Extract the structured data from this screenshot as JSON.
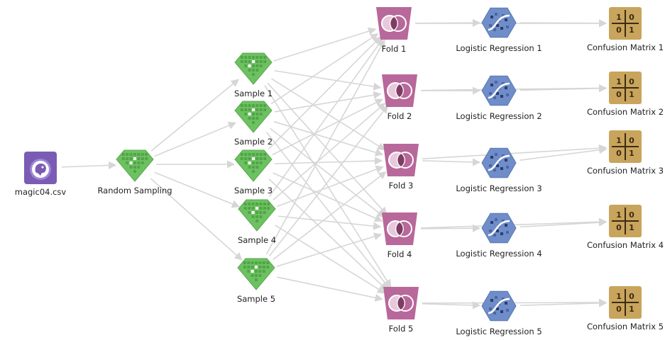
{
  "workflow": {
    "nodes": [
      {
        "id": "magic",
        "label": "magic04.csv",
        "icon": "file-csv-icon",
        "color": "#7a5cb4"
      },
      {
        "id": "rs",
        "label": "Random Sampling",
        "icon": "sampling-icon",
        "color": "#6cc260"
      },
      {
        "id": "s1",
        "label": "Sample 1",
        "icon": "sample-icon",
        "color": "#6cc260"
      },
      {
        "id": "s2",
        "label": "Sample 2",
        "icon": "sample-icon",
        "color": "#6cc260"
      },
      {
        "id": "s3",
        "label": "Sample 3",
        "icon": "sample-icon",
        "color": "#6cc260"
      },
      {
        "id": "s4",
        "label": "Sample 4",
        "icon": "sample-icon",
        "color": "#6cc260"
      },
      {
        "id": "s5",
        "label": "Sample 5",
        "icon": "sample-icon",
        "color": "#6cc260"
      },
      {
        "id": "f1",
        "label": "Fold 1",
        "icon": "merge-icon",
        "color": "#b8689a"
      },
      {
        "id": "f2",
        "label": "Fold 2",
        "icon": "merge-icon",
        "color": "#b8689a"
      },
      {
        "id": "f3",
        "label": "Fold 3",
        "icon": "merge-icon",
        "color": "#b8689a"
      },
      {
        "id": "f4",
        "label": "Fold 4",
        "icon": "merge-icon",
        "color": "#b8689a"
      },
      {
        "id": "f5",
        "label": "Fold 5",
        "icon": "merge-icon",
        "color": "#b8689a"
      },
      {
        "id": "lr1",
        "label": "Logistic Regression 1",
        "icon": "logistic-regression-icon",
        "color": "#6f8dc8"
      },
      {
        "id": "lr2",
        "label": "Logistic Regression 2",
        "icon": "logistic-regression-icon",
        "color": "#6f8dc8"
      },
      {
        "id": "lr3",
        "label": "Logistic Regression 3",
        "icon": "logistic-regression-icon",
        "color": "#6f8dc8"
      },
      {
        "id": "lr4",
        "label": "Logistic Regression 4",
        "icon": "logistic-regression-icon",
        "color": "#6f8dc8"
      },
      {
        "id": "lr5",
        "label": "Logistic Regression 5",
        "icon": "logistic-regression-icon",
        "color": "#6f8dc8"
      },
      {
        "id": "cm1",
        "label": "Confusion Matrix 1",
        "icon": "confusion-matrix-icon",
        "color": "#c9a45c"
      },
      {
        "id": "cm2",
        "label": "Confusion Matrix 2",
        "icon": "confusion-matrix-icon",
        "color": "#c9a45c"
      },
      {
        "id": "cm3",
        "label": "Confusion Matrix 3",
        "icon": "confusion-matrix-icon",
        "color": "#c9a45c"
      },
      {
        "id": "cm4",
        "label": "Confusion Matrix 4",
        "icon": "confusion-matrix-icon",
        "color": "#c9a45c"
      },
      {
        "id": "cm5",
        "label": "Confusion Matrix 5",
        "icon": "confusion-matrix-icon",
        "color": "#c9a45c"
      }
    ],
    "edges": [
      [
        "magic",
        "rs"
      ],
      [
        "rs",
        "s1"
      ],
      [
        "rs",
        "s2"
      ],
      [
        "rs",
        "s3"
      ],
      [
        "rs",
        "s4"
      ],
      [
        "rs",
        "s5"
      ],
      [
        "s1",
        "f1"
      ],
      [
        "s1",
        "f2"
      ],
      [
        "s1",
        "f3"
      ],
      [
        "s1",
        "f4"
      ],
      [
        "s1",
        "f5"
      ],
      [
        "s2",
        "f1"
      ],
      [
        "s2",
        "f2"
      ],
      [
        "s2",
        "f3"
      ],
      [
        "s2",
        "f4"
      ],
      [
        "s2",
        "f5"
      ],
      [
        "s3",
        "f1"
      ],
      [
        "s3",
        "f2"
      ],
      [
        "s3",
        "f3"
      ],
      [
        "s3",
        "f4"
      ],
      [
        "s3",
        "f5"
      ],
      [
        "s4",
        "f1"
      ],
      [
        "s4",
        "f2"
      ],
      [
        "s4",
        "f3"
      ],
      [
        "s4",
        "f4"
      ],
      [
        "s4",
        "f5"
      ],
      [
        "s5",
        "f1"
      ],
      [
        "s5",
        "f2"
      ],
      [
        "s5",
        "f3"
      ],
      [
        "s5",
        "f4"
      ],
      [
        "s5",
        "f5"
      ],
      [
        "f1",
        "lr1"
      ],
      [
        "f2",
        "lr2"
      ],
      [
        "f3",
        "lr3"
      ],
      [
        "f4",
        "lr4"
      ],
      [
        "f5",
        "lr5"
      ],
      [
        "f1",
        "cm1"
      ],
      [
        "f2",
        "cm2"
      ],
      [
        "f3",
        "cm3"
      ],
      [
        "f4",
        "cm4"
      ],
      [
        "f5",
        "cm5"
      ],
      [
        "lr1",
        "cm1"
      ],
      [
        "lr2",
        "cm2"
      ],
      [
        "lr3",
        "cm3"
      ],
      [
        "lr4",
        "cm4"
      ],
      [
        "lr5",
        "cm5"
      ]
    ],
    "edge_color": "#d6d6d6",
    "matrix_digits": [
      "1",
      "0",
      "0",
      "1"
    ]
  }
}
